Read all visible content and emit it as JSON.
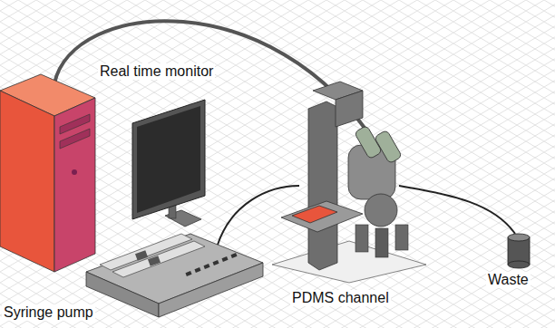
{
  "diagram": {
    "labels": [
      "Real time monitor",
      "Syringe pump",
      "PDMS channel",
      "Waste"
    ]
  }
}
